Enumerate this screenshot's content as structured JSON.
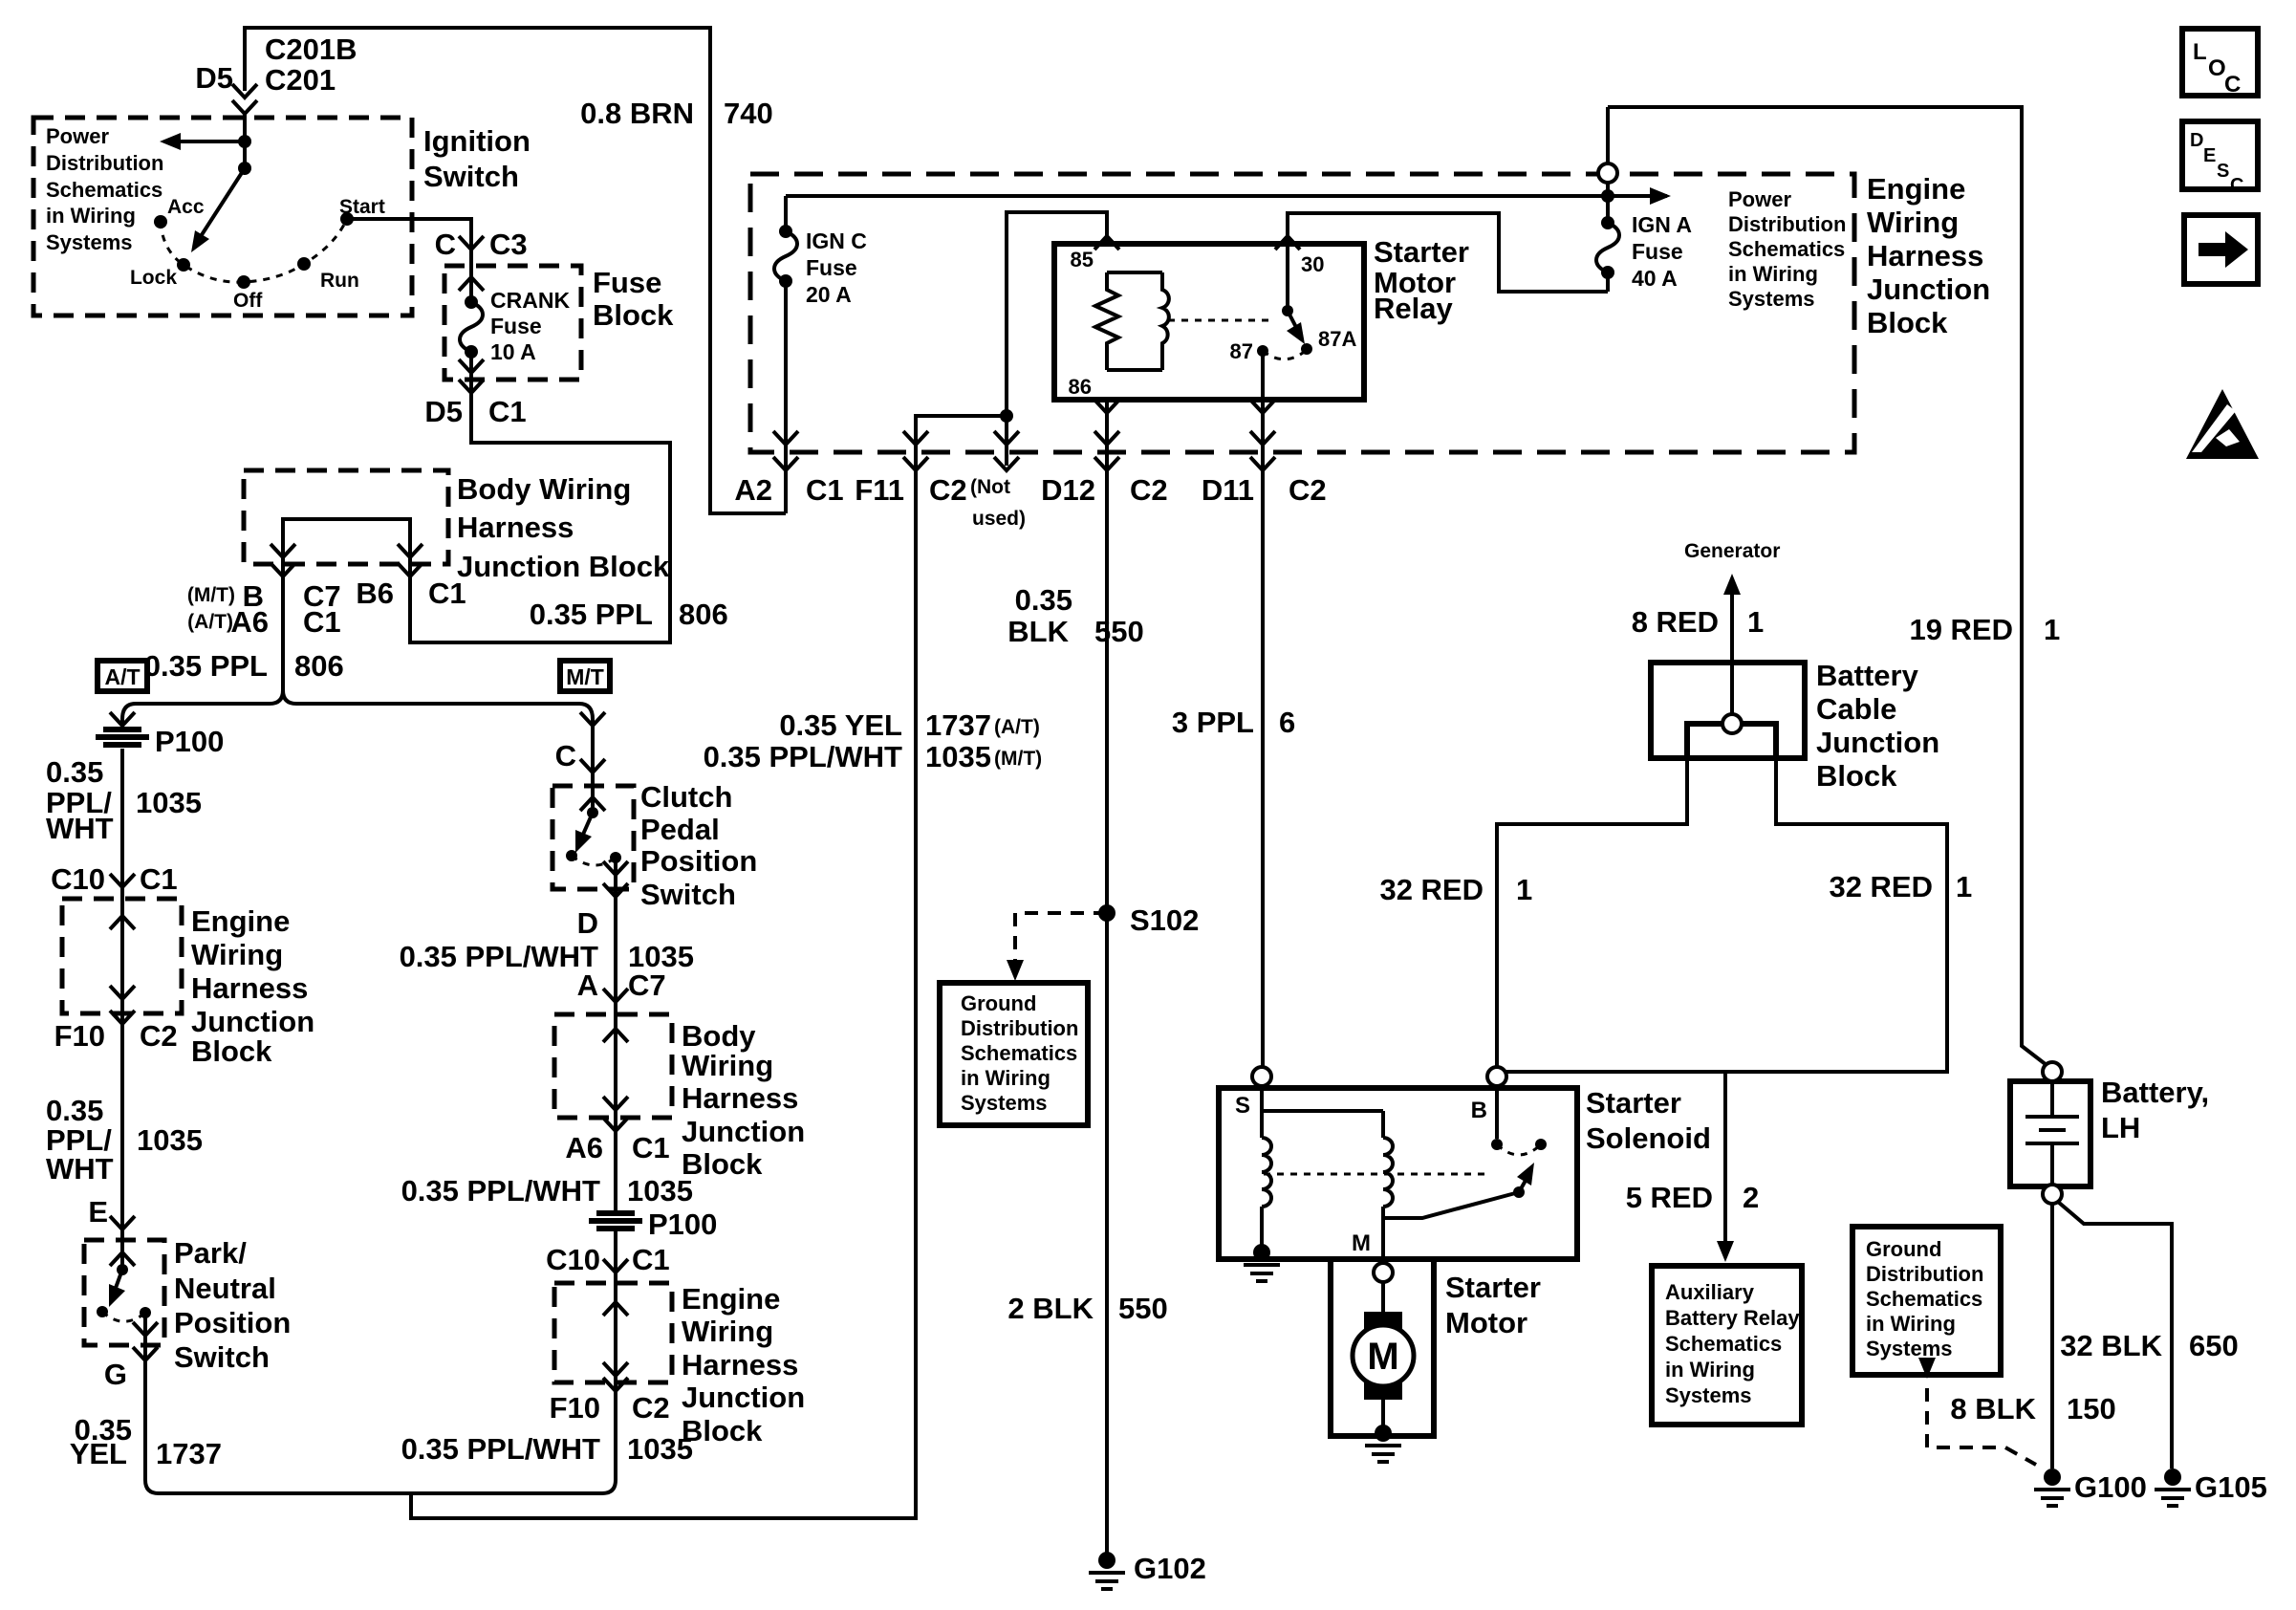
{
  "doc": {
    "type": "Starting system wiring schematic"
  },
  "top": {
    "d5": "D5",
    "c201b": "C201B",
    "c201": "C201",
    "brn": "0.8 BRN",
    "brn_ckt": "740"
  },
  "ign": {
    "t1": "Ignition",
    "t2": "Switch",
    "note": [
      "Power",
      "Distribution",
      "Schematics",
      "in Wiring",
      "Systems"
    ],
    "acc": "Acc",
    "lock": "Lock",
    "off": "Off",
    "run": "Run",
    "start": "Start",
    "pin": "C",
    "conn": "C3"
  },
  "fb": {
    "t1": "Fuse",
    "t2": "Block",
    "f": [
      "CRANK",
      "Fuse",
      "10 A"
    ],
    "pin": "D5",
    "conn": "C1"
  },
  "bjb": {
    "t": [
      "Body  Wiring",
      "Harness",
      "Junction Block"
    ],
    "mt": "(M/T)",
    "b": "B",
    "c7": "C7",
    "b6": "B6",
    "c1": "C1",
    "at": "(A/T)",
    "a6": "A6",
    "c1b": "C1",
    "wl": "0.35 PPL",
    "wlc": "806",
    "wr": "0.35 PPL",
    "wrc": "806"
  },
  "br": {
    "at": "A/T",
    "mt": "M/T"
  },
  "atb": {
    "p100": "P100",
    "w1": [
      "0.35",
      "PPL/",
      "WHT"
    ],
    "c1": "1035",
    "c10": "C10",
    "c1p": "C1",
    "jb": [
      "Engine",
      "Wiring",
      "Harness",
      "Junction",
      "Block"
    ],
    "f10": "F10",
    "c2": "C2",
    "w2": [
      "0.35",
      "PPL/",
      "WHT"
    ],
    "c2k": "1035",
    "e": "E",
    "sw": [
      "Park/",
      "Neutral",
      "Position",
      "Switch"
    ],
    "g": "G",
    "w3a": "0.35",
    "w3b": "YEL",
    "c3": "1737"
  },
  "mtb": {
    "c": "C",
    "sw": [
      "Clutch",
      "Pedal",
      "Position",
      "Switch"
    ],
    "d": "D",
    "w1": "0.35 PPL/WHT",
    "k1": "1035",
    "a": "A",
    "c7": "C7",
    "jb1": [
      "Body",
      "Wiring",
      "Harness",
      "Junction",
      "Block"
    ],
    "a6": "A6",
    "c1": "C1",
    "w2": "0.35 PPL/WHT",
    "k2": "1035",
    "p100": "P100",
    "c10": "C10",
    "c1b": "C1",
    "jb2": [
      "Engine",
      "Wiring",
      "Harness",
      "Junction",
      "Block"
    ],
    "f10": "F10",
    "c2": "C2",
    "w3": "0.35 PPL/WHT",
    "k3": "1035"
  },
  "ejb": {
    "t": [
      "Engine",
      "Wiring",
      "Harness",
      "Junction",
      "Block"
    ],
    "ignc": [
      "IGN C",
      "Fuse",
      "20 A"
    ],
    "igna": [
      "IGN A",
      "Fuse",
      "40 A"
    ],
    "note": [
      "Power",
      "Distribution",
      "Schematics",
      "in Wiring",
      "Systems"
    ],
    "a2": "A2",
    "c1": "C1",
    "f11": "F11",
    "c2a": "C2",
    "nu1": "(Not",
    "nu2": "used)",
    "d12": "D12",
    "c2b": "C2",
    "d11": "D11",
    "c2c": "C2"
  },
  "rly": {
    "t": [
      "Starter",
      "Motor",
      "Relay"
    ],
    "p85": "85",
    "p86": "86",
    "p30": "30",
    "p87": "87",
    "p87a": "87A"
  },
  "w": {
    "yel": "0.35 YEL",
    "yelk": "1737",
    "yelq": "(A/T)",
    "ppl": "0.35 PPL/WHT",
    "pplk": "1035",
    "pplq": "(M/T)",
    "blka": "0.35",
    "blkb": "BLK",
    "blkk": "550",
    "p3": "3 PPL",
    "p3k": "6",
    "b2": "2 BLK",
    "b2k": "550",
    "r8": "8 RED",
    "r8k": "1",
    "r19": "19 RED",
    "r19k": "1",
    "r32a": "32 RED",
    "r32ak": "1",
    "r32b": "32 RED",
    "r32bk": "1",
    "r5": "5 RED",
    "r5k": "2",
    "b32": "32 BLK",
    "b32k": "650",
    "b8": "8 BLK",
    "b8k": "150"
  },
  "spl": {
    "s102": "S102"
  },
  "gnd": {
    "g100": "G100",
    "g102": "G102",
    "g105": "G105"
  },
  "gd1": [
    "Ground",
    "Distribution",
    "Schematics",
    "in Wiring",
    "Systems"
  ],
  "gd2": [
    "Ground",
    "Distribution",
    "Schematics",
    "in Wiring",
    "Systems"
  ],
  "aux": [
    "Auxiliary",
    "Battery Relay",
    "Schematics",
    "in Wiring",
    "Systems"
  ],
  "bcj": {
    "t": [
      "Battery",
      "Cable",
      "Junction",
      "Block"
    ],
    "gen": "Generator"
  },
  "bat": {
    "t1": "Battery,",
    "t2": "LH"
  },
  "sol": {
    "t1": "Starter",
    "t2": "Solenoid",
    "s": "S",
    "b": "B",
    "m": "M"
  },
  "mot": {
    "t1": "Starter",
    "t2": "Motor",
    "m": "M"
  },
  "ico": {
    "loc": [
      "L",
      "O",
      "C"
    ],
    "desc": [
      "D",
      "E",
      "S",
      "C"
    ]
  }
}
